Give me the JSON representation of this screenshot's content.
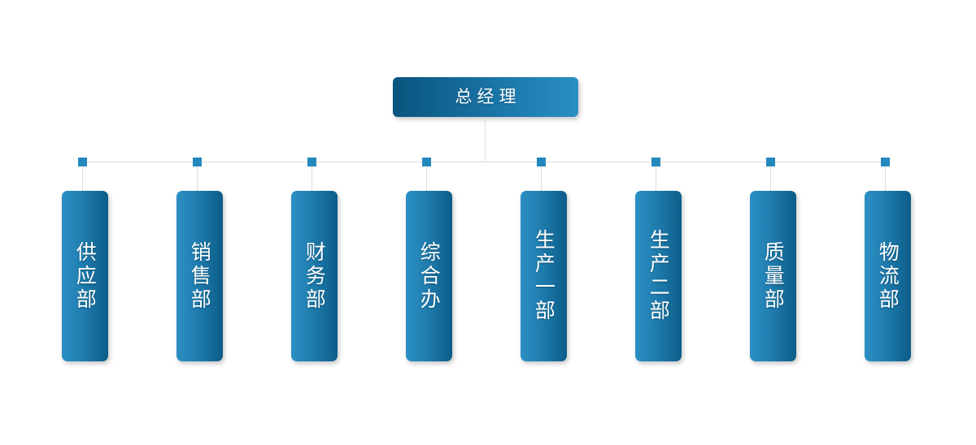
{
  "chart": {
    "type": "org-chart",
    "title": "",
    "background_color": "#ffffff",
    "root": {
      "label": "总经理",
      "gradient_from": "#09557f",
      "gradient_to": "#2b8fc3"
    },
    "connector": {
      "line_color": "#dcdcdc",
      "marker_color": "#2488be"
    },
    "departments": [
      {
        "label": "供应部"
      },
      {
        "label": "销售部"
      },
      {
        "label": "财务部"
      },
      {
        "label": "综合办"
      },
      {
        "label": "生产一部"
      },
      {
        "label": "生产二部"
      },
      {
        "label": "质量部"
      },
      {
        "label": "物流部"
      }
    ]
  }
}
